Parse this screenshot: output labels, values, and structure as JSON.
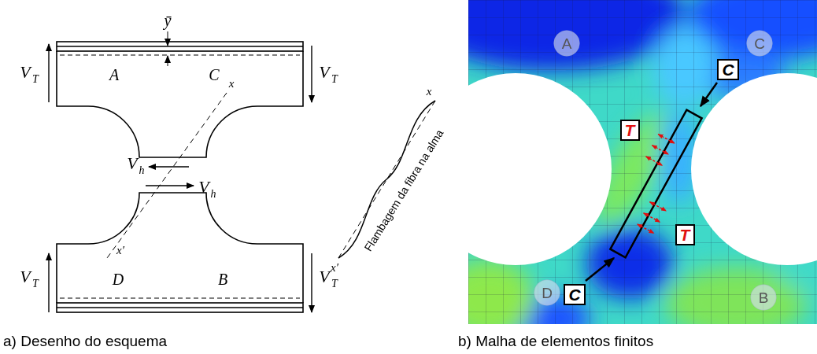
{
  "diagram": {
    "nodes": [
      {
        "text": [
          "A"
        ]
      },
      {
        "text": [
          "C"
        ]
      },
      {
        "text": [
          "C"
        ]
      },
      {
        "text": [
          "T"
        ]
      },
      {
        "text": [
          "T"
        ]
      },
      {
        "text": [
          "D"
        ]
      },
      {
        "text": [
          "C"
        ]
      },
      {
        "text": [
          "B"
        ]
      }
    ],
    "labels": [
      "ȳ",
      "V",
      "T",
      "A",
      "C",
      "x",
      "V",
      "T",
      "V",
      "h",
      "V",
      "h",
      "x′",
      "D",
      "B",
      "V",
      "T",
      "V",
      "T",
      "x",
      "x′",
      "Flambagem da fibra na alma",
      "a) Desenho do esquema",
      "b) Malha de elementos finitos"
    ]
  }
}
